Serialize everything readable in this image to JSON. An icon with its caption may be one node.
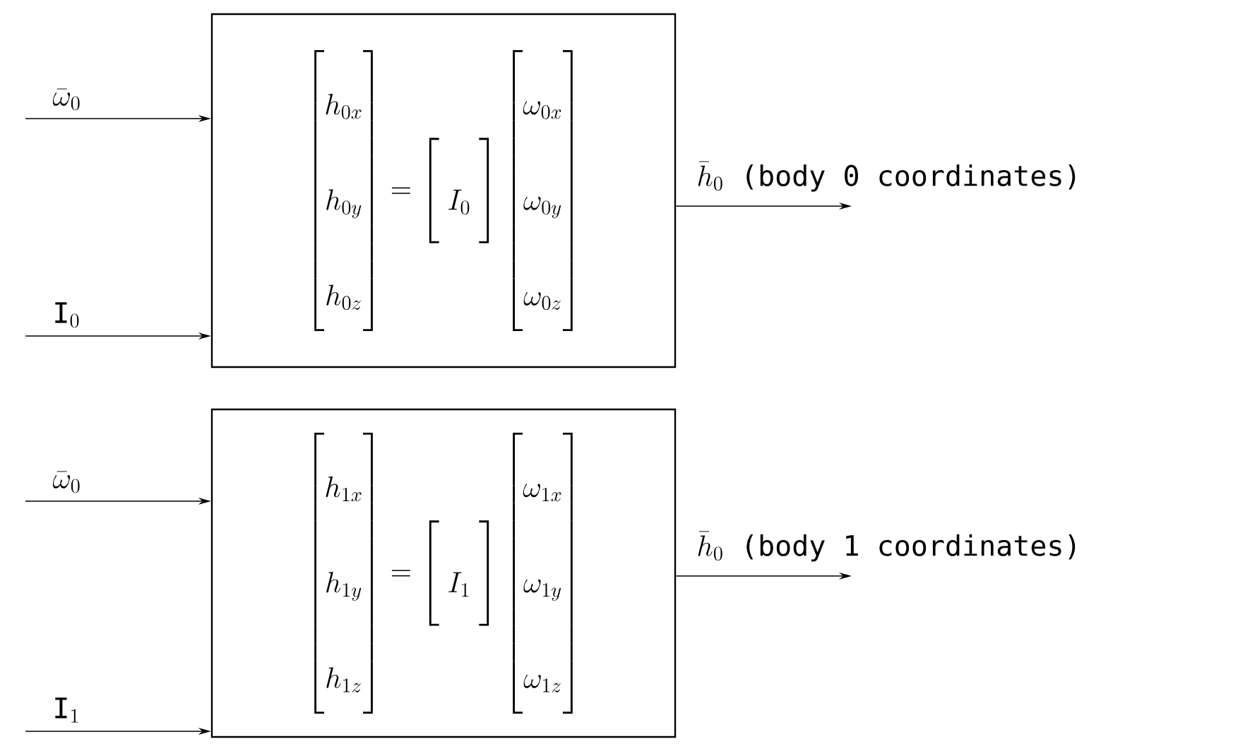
{
  "diagram": {
    "nodes": [
      {
        "text": [
          "\\begin{bmatrix} h_{0x} \\\\ h_{0y} \\\\ h_{0z} \\end{bmatrix} = \\begin{bmatrix} \\; I_{0} \\; \\end{bmatrix} \\begin{bmatrix} \\omega_{0x} \\\\ \\omega_{0y} \\\\ \\omega_{0z} \\end{bmatrix}"
        ]
      },
      {
        "text": [
          "\\begin{bmatrix} h_{1x} \\\\ h_{1y} \\\\ h_{1z} \\end{bmatrix} = \\begin{bmatrix} \\; I_{1} \\; \\end{bmatrix} \\begin{bmatrix} \\omega_{1x} \\\\ \\omega_{1y} \\\\ \\omega_{1z} \\end{bmatrix}"
        ]
      }
    ],
    "edges": [
      {
        "from": null,
        "to": 0,
        "arrow": "to",
        "label": "\\bar{\\omega}_{0}"
      },
      {
        "from": null,
        "to": 0,
        "arrow": "to",
        "label": "\\mathrm{I}_{0}"
      },
      {
        "from": 0,
        "to": null,
        "arrow": "to",
        "label": "\\bar{h}_{0}\\ \\text{(body 0 coordinates)}"
      },
      {
        "from": null,
        "to": 1,
        "arrow": "to",
        "label": "\\bar{\\omega}_{0}"
      },
      {
        "from": null,
        "to": 1,
        "arrow": "to",
        "label": "\\mathrm{I}_{1}"
      },
      {
        "from": 1,
        "to": null,
        "arrow": "to",
        "label": "\\bar{h}_{0}\\ \\text{(body 1 coordinates)}"
      }
    ]
  }
}
